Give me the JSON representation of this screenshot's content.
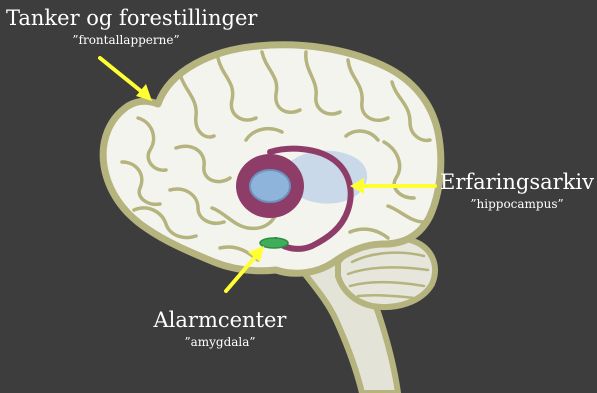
{
  "labels": {
    "frontal": {
      "title": "Tanker og forestillinger",
      "sub": "”frontallapperne”"
    },
    "hippocampus": {
      "title": "Erfaringsarkiv",
      "sub": "”hippocampus”"
    },
    "amygdala": {
      "title": "Alarmcenter",
      "sub": "”amygdala”"
    }
  },
  "colors": {
    "background": "#3d3d3d",
    "brain_fill": "#f4f4ee",
    "brain_outline": "#b5b37e",
    "cerebellum": "#e6e6dc",
    "brainstem": "#e3e3d8",
    "limbic_ring": "#8e3d68",
    "thalamus": "#8fb4dc",
    "ventricle": "#c6d7e8",
    "amygdala": "#3fae5a",
    "arrow": "#ffff33",
    "text": "#ffffff"
  }
}
